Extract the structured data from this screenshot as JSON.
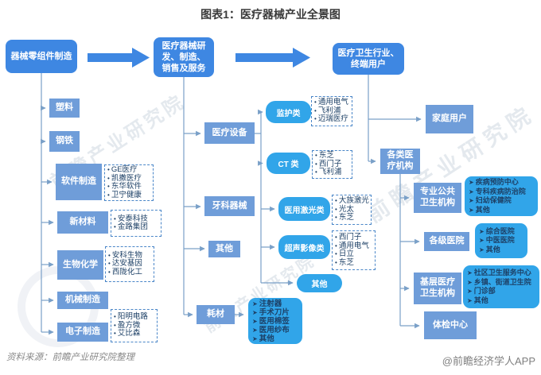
{
  "title": "图表1：医疗器械产业全景图",
  "watermark": "前瞻产业研究院",
  "footer": {
    "source": "资料来源：前瞻产业研究院整理",
    "credit": "@前瞻经济学人APP"
  },
  "colors": {
    "primary": "#3e87e2",
    "category": "#6f9dd9",
    "accent": "#31a5e9",
    "line": "#7aa0c8",
    "navy": "#1d4066"
  },
  "flow": {
    "stage1": "器械零组件制造",
    "stage2": "医疗器械研发、制造、销售及服务",
    "stage3": "医疗卫生行业、终端用户"
  },
  "upstream": {
    "items": [
      {
        "label": "塑料"
      },
      {
        "label": "钢铁"
      },
      {
        "label": "软件制造",
        "companies": [
          "GE医疗",
          "凯撒医疗",
          "东华软件",
          "卫宁健康"
        ]
      },
      {
        "label": "新材料",
        "companies": [
          "安泰科技",
          "金路集团"
        ]
      },
      {
        "label": "生物化学",
        "companies": [
          "安科生物",
          "达安基因",
          "西陇化工"
        ]
      },
      {
        "label": "机械制造"
      },
      {
        "label": "电子制造",
        "companies": [
          "阳明电路",
          "盈方微",
          "艾比森"
        ]
      }
    ]
  },
  "midstream": {
    "items": [
      {
        "label": "医疗设备"
      },
      {
        "label": "牙科器械"
      },
      {
        "label": "其他"
      },
      {
        "label": "耗材",
        "products": [
          "注射器",
          "手术刀片",
          "医用棉签",
          "医用纱布",
          "其他"
        ]
      }
    ],
    "equipment_subs": [
      {
        "label": "监护类",
        "companies": [
          "通用电气",
          "飞利浦",
          "迈瑞医疗"
        ]
      },
      {
        "label": "CT 类",
        "companies": [
          "东芝",
          "西门子",
          "飞利浦"
        ]
      },
      {
        "label": "医用激光类",
        "companies": [
          "大族激光",
          "光太",
          "东芝"
        ]
      },
      {
        "label": "超声影像类",
        "companies": [
          "西门子",
          "通用电气",
          "日立",
          "东芝"
        ]
      },
      {
        "label": "其他"
      }
    ]
  },
  "downstream": {
    "items": [
      {
        "label": "家庭用户"
      },
      {
        "label": "各类医疗机构"
      }
    ],
    "institution_subs": [
      {
        "label": "专业公共卫生机构",
        "entities": [
          "疾病预防中心",
          "专科疾病防治院",
          "妇幼保健院",
          "其他"
        ]
      },
      {
        "label": "各级医院",
        "entities": [
          "综合医院",
          "中医医院",
          "其他"
        ]
      },
      {
        "label": "基层医疗卫生机构",
        "entities": [
          "社区卫生服务中心",
          "乡镇、街道卫生院",
          "门诊部",
          "其他"
        ]
      },
      {
        "label": "体检中心"
      }
    ]
  }
}
